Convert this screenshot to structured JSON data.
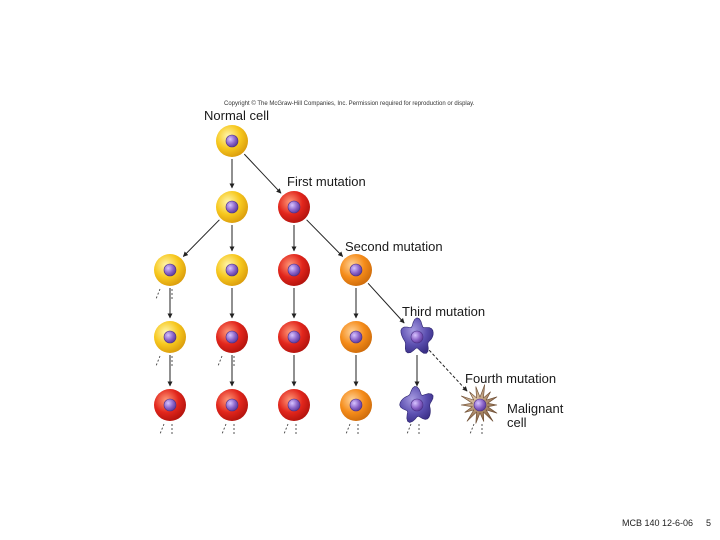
{
  "copyright": "Copyright © The McGraw-Hill Companies, Inc. Permission required for reproduction or display.",
  "labels": {
    "normal_cell": "Normal cell",
    "first_mutation": "First mutation",
    "second_mutation": "Second mutation",
    "third_mutation": "Third mutation",
    "fourth_mutation": "Fourth mutation",
    "malignant_cell_line1": "Malignant",
    "malignant_cell_line2": "cell"
  },
  "footer": {
    "course": "MCB 140 12-6-06",
    "page_number": "5"
  },
  "colors": {
    "normal": "#f7c81e",
    "first": "#e2261c",
    "second": "#f58c1a",
    "third": "#5b4fb0",
    "malignant": "#a58363",
    "nucleus": "#8a63c8",
    "arrow": "#222222"
  },
  "cell_types": [
    "normal",
    "first",
    "second",
    "third",
    "malignant"
  ],
  "tree": {
    "rows": [
      [
        "normal"
      ],
      [
        "normal",
        "first"
      ],
      [
        "normal",
        "normal",
        "first",
        "second"
      ],
      [
        "normal",
        "first",
        "first",
        "second",
        "third"
      ],
      [
        "first",
        "first",
        "first",
        "second",
        "third",
        "malignant"
      ]
    ]
  }
}
